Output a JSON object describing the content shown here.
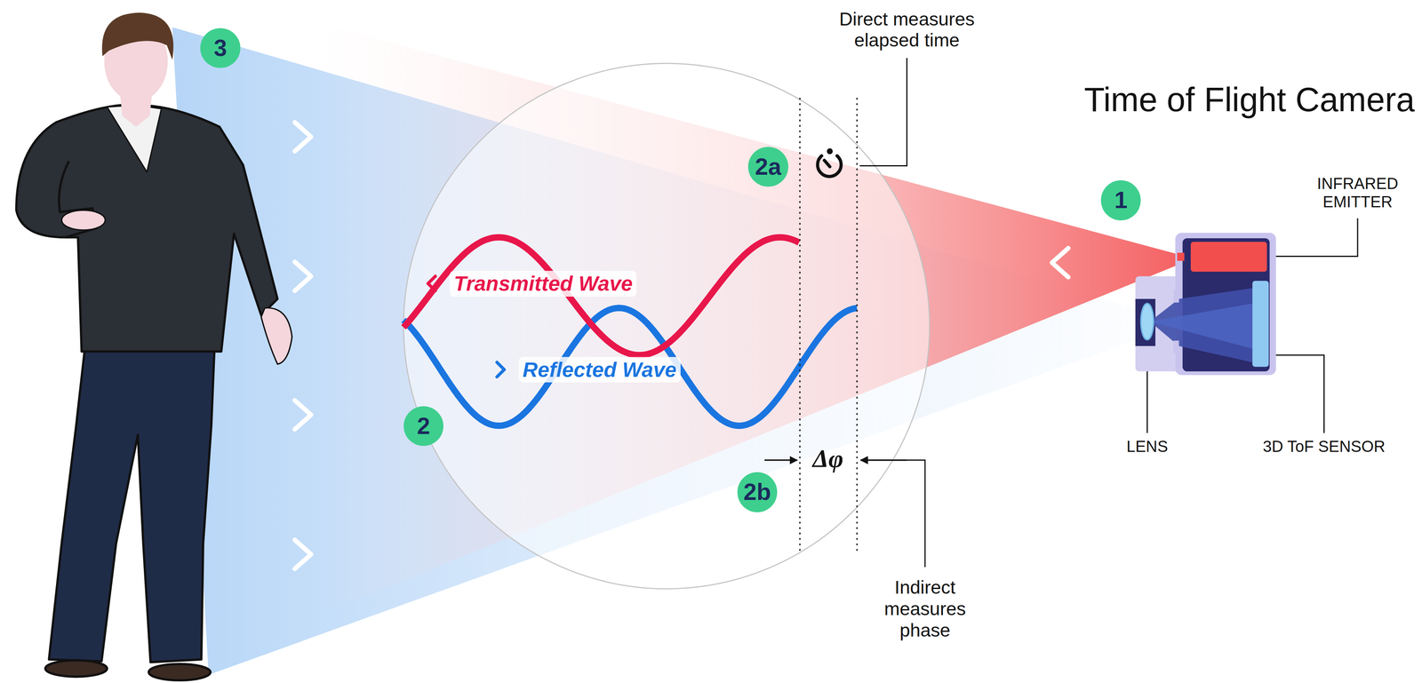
{
  "diagram": {
    "title": "Time of Flight Camera",
    "labels": [
      "3",
      "Direct measures elapsed time",
      "2a",
      "1",
      "INFRARED EMITTER",
      "Transmitted Wave",
      "Reflected Wave",
      "2",
      "LENS",
      "3D ToF SENSOR",
      "Δφ",
      "2b",
      "Indirect measures phase"
    ]
  }
}
